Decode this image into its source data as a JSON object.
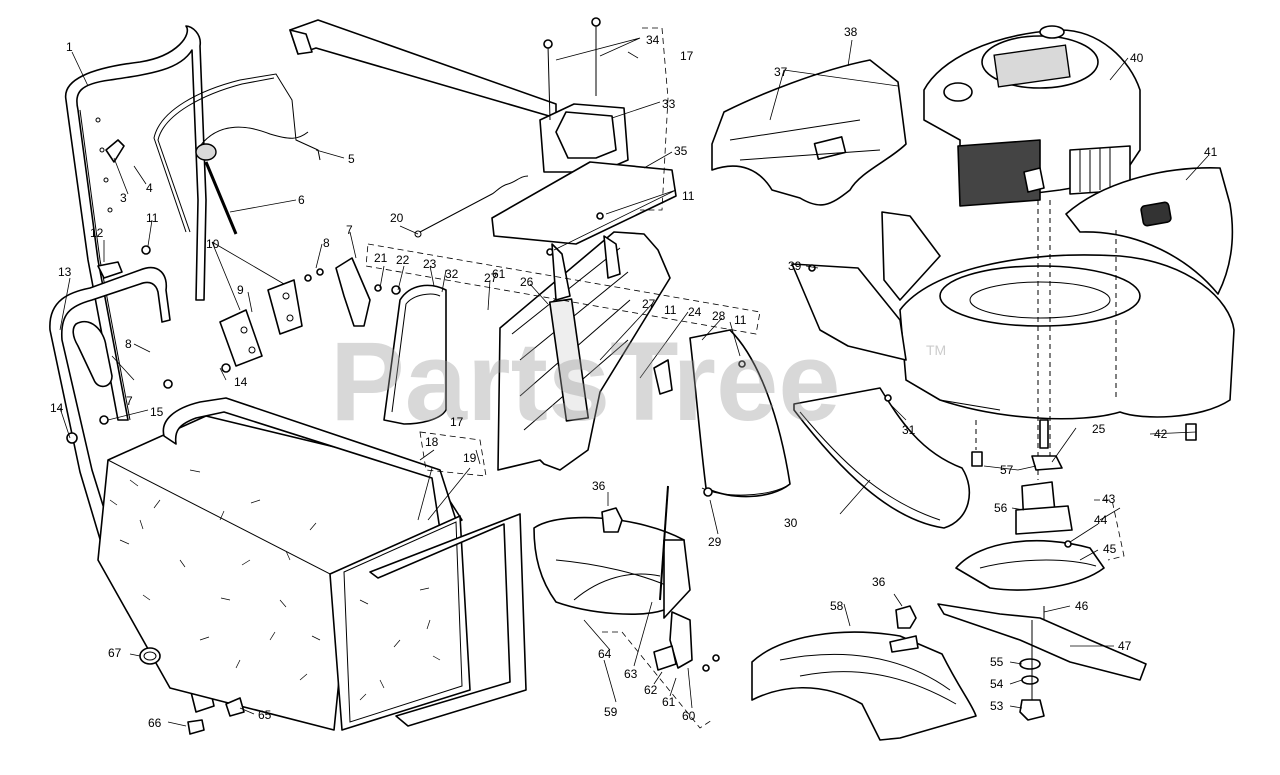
{
  "watermark": {
    "text": "PartsTree",
    "tm": "TM"
  },
  "callouts": [
    "1",
    "3",
    "4",
    "5",
    "6",
    "7",
    "7",
    "8",
    "8",
    "9",
    "10",
    "11",
    "11",
    "11",
    "11",
    "12",
    "13",
    "14",
    "14",
    "15",
    "17",
    "17",
    "18",
    "19",
    "20",
    "21",
    "22",
    "23",
    "24",
    "25",
    "26",
    "27",
    "27",
    "28",
    "29",
    "30",
    "31",
    "32",
    "33",
    "34",
    "35",
    "36",
    "36",
    "37",
    "38",
    "39",
    "40",
    "41",
    "42",
    "43",
    "44",
    "45",
    "46",
    "47",
    "53",
    "54",
    "55",
    "56",
    "57",
    "58",
    "59",
    "60",
    "61",
    "61",
    "62",
    "63",
    "64",
    "65",
    "66",
    "67"
  ]
}
